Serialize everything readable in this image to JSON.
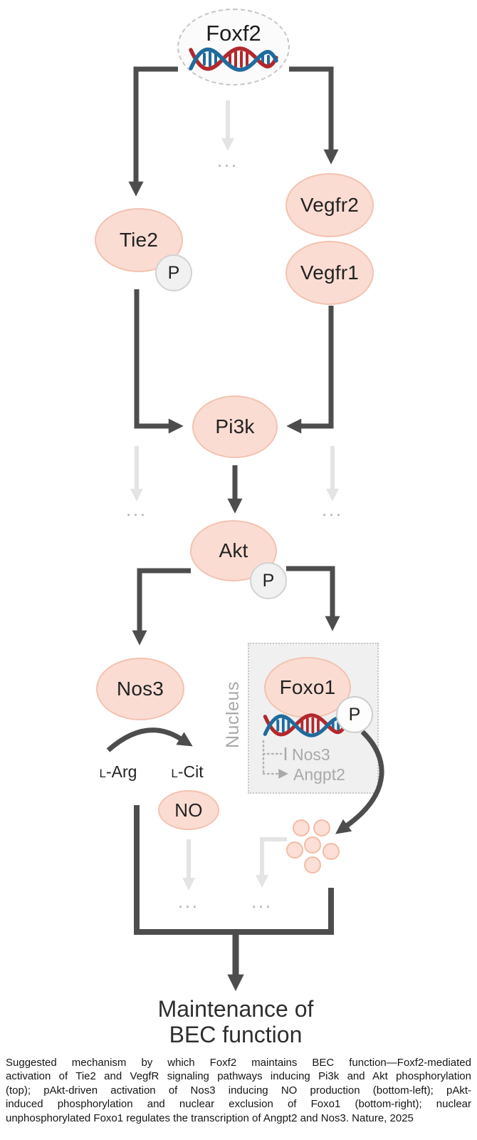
{
  "diagram": {
    "foxf2": "Foxf2",
    "tie2": "Tie2",
    "vegfr2": "Vegfr2",
    "vegfr1": "Vegfr1",
    "pi3k": "Pi3k",
    "akt": "Akt",
    "nos3": "Nos3",
    "foxo1": "Foxo1",
    "no": "NO",
    "phospho": "P",
    "l_arg": "L-Arg",
    "l_cit": "L-Cit",
    "nucleus_label": "Nucleus",
    "target_nos3": "Nos3",
    "target_angpt2": "Angpt2",
    "ellipsis": "...",
    "outcome": "Maintenance of\nBEC function"
  },
  "caption": {
    "lines": [
      "Suggested mechanism by which Foxf2 maintains BEC function—Foxf2-mediated",
      "activation of Tie2 and VegfR signaling pathways inducing Pi3k and Akt phosphorylation",
      "(top); pAkt-driven activation of Nos3 inducing NO production (bottom-left); pAkt-",
      "induced phosphorylation and nuclear exclusion of Foxo1 (bottom-right); nuclear",
      "unphosphorylated Foxo1 regulates the transcription of Angpt2 and Nos3. Nature, 2025"
    ]
  },
  "colors": {
    "node_fill": "#fbdcd3",
    "node_border": "#f3c2b0",
    "arrow_dark": "#4d4d4d",
    "arrow_light": "#e4e4e4",
    "gray_text": "#a9a9a9",
    "dna_red": "#b2282d",
    "dna_blue": "#1f6b9c"
  }
}
